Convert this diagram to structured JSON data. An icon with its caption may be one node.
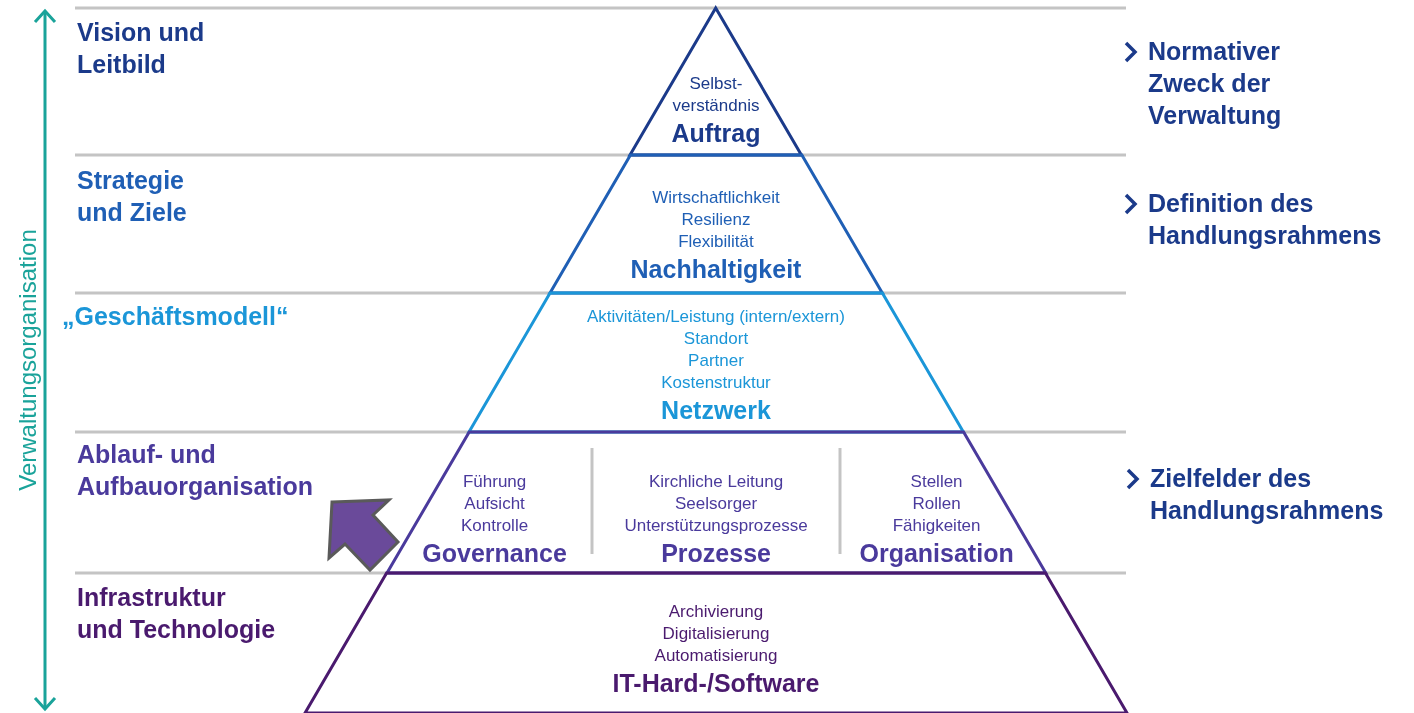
{
  "diagram": {
    "nodes": [
      {
        "text": [
          "Selbst- verständnis",
          "Auftrag"
        ]
      },
      {
        "text": [
          "Wirtschaftlichkeit",
          "Resilienz",
          "Flexibilität",
          "Nachhaltigkeit"
        ]
      },
      {
        "text": [
          "Aktivitäten/Leistung (intern/extern)",
          "Standort",
          "Partner",
          "Kostenstruktur",
          "Netzwerk"
        ]
      },
      {
        "text": [],
        "shape": "trapezoid"
      },
      {
        "text": [
          "Führung",
          "Aufsicht",
          "Kontrolle",
          "Governance"
        ],
        "in": 3
      },
      {
        "text": [
          "Kirchliche Leitung",
          "Seelsorger",
          "Unterstützungsprozesse",
          "Prozesse"
        ],
        "in": 3
      },
      {
        "text": [
          "Stellen",
          "Rollen",
          "Fähigkeiten",
          "Organisation"
        ],
        "in": 3
      },
      {
        "text": [
          "Archivierung",
          "Digitalisierung",
          "Automatisierung",
          "IT-Hard-/Software"
        ]
      },
      {
        "text": [
          "Ablauf- und Aufbauorganisation"
        ]
      }
    ],
    "edges": [
      {
        "from": null,
        "to": 8,
        "arrow": "to"
      }
    ],
    "labels": [
      "Verwaltungsorganisation",
      "Vision und Leitbild",
      "Normativer Zweck der Verwaltung",
      "Strategie und Ziele",
      "Definition des Handlungsrahmens",
      "„Geschäftsmodell“",
      "Zielfelder des Handlungsrahmens",
      "Infrastruktur und Technologie"
    ]
  }
}
